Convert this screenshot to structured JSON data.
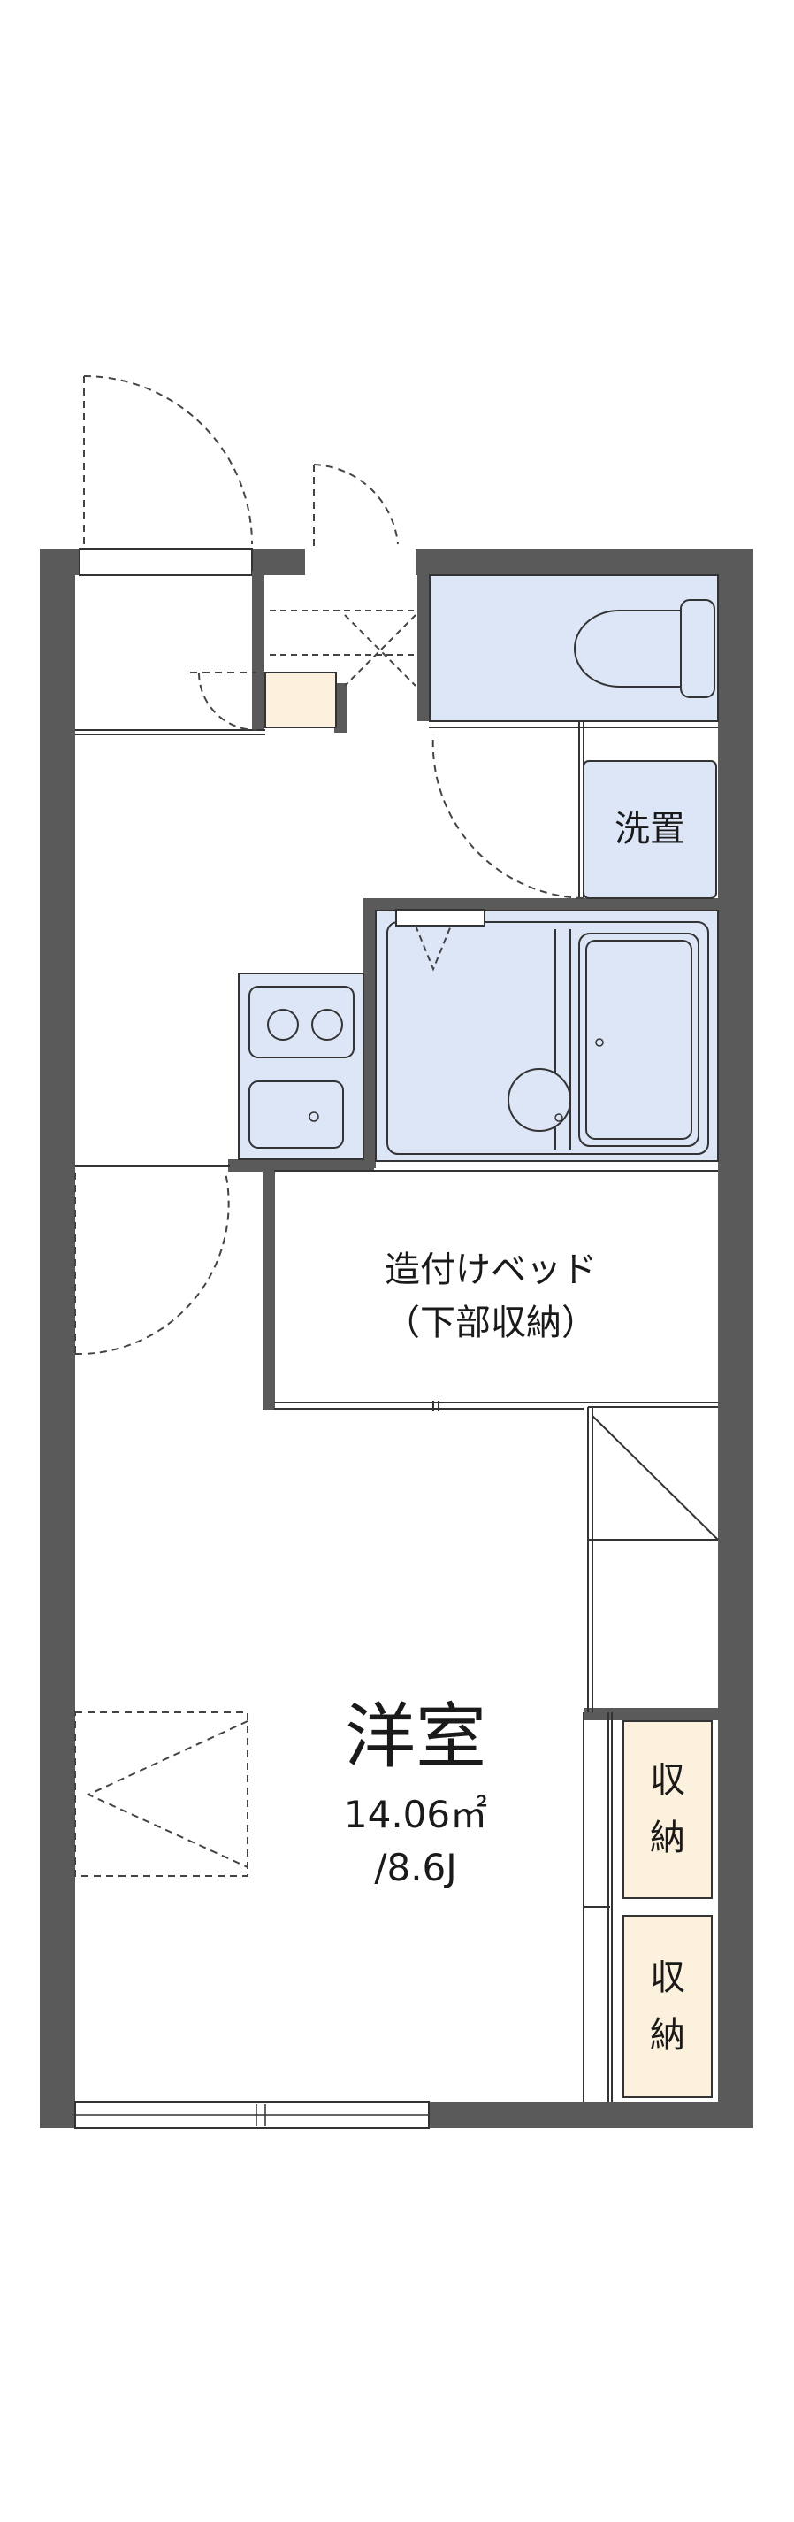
{
  "rooms": {
    "washroom": {
      "label": "洗置"
    },
    "built_in_bed": {
      "line1": "造付けベッド",
      "line2": "（下部収納）"
    },
    "western_room": {
      "label": "洋室",
      "area": "14.06㎡",
      "tatami": "/8.6J"
    },
    "storage_upper": {
      "line1": "収",
      "line2": "納"
    },
    "storage_lower": {
      "line1": "収",
      "line2": "納"
    }
  },
  "colors": {
    "wall": "#5a5a5a",
    "wet_area": "#dde6f7",
    "storage": "#fbf1dc",
    "line": "#333333",
    "dash": "#444444"
  }
}
